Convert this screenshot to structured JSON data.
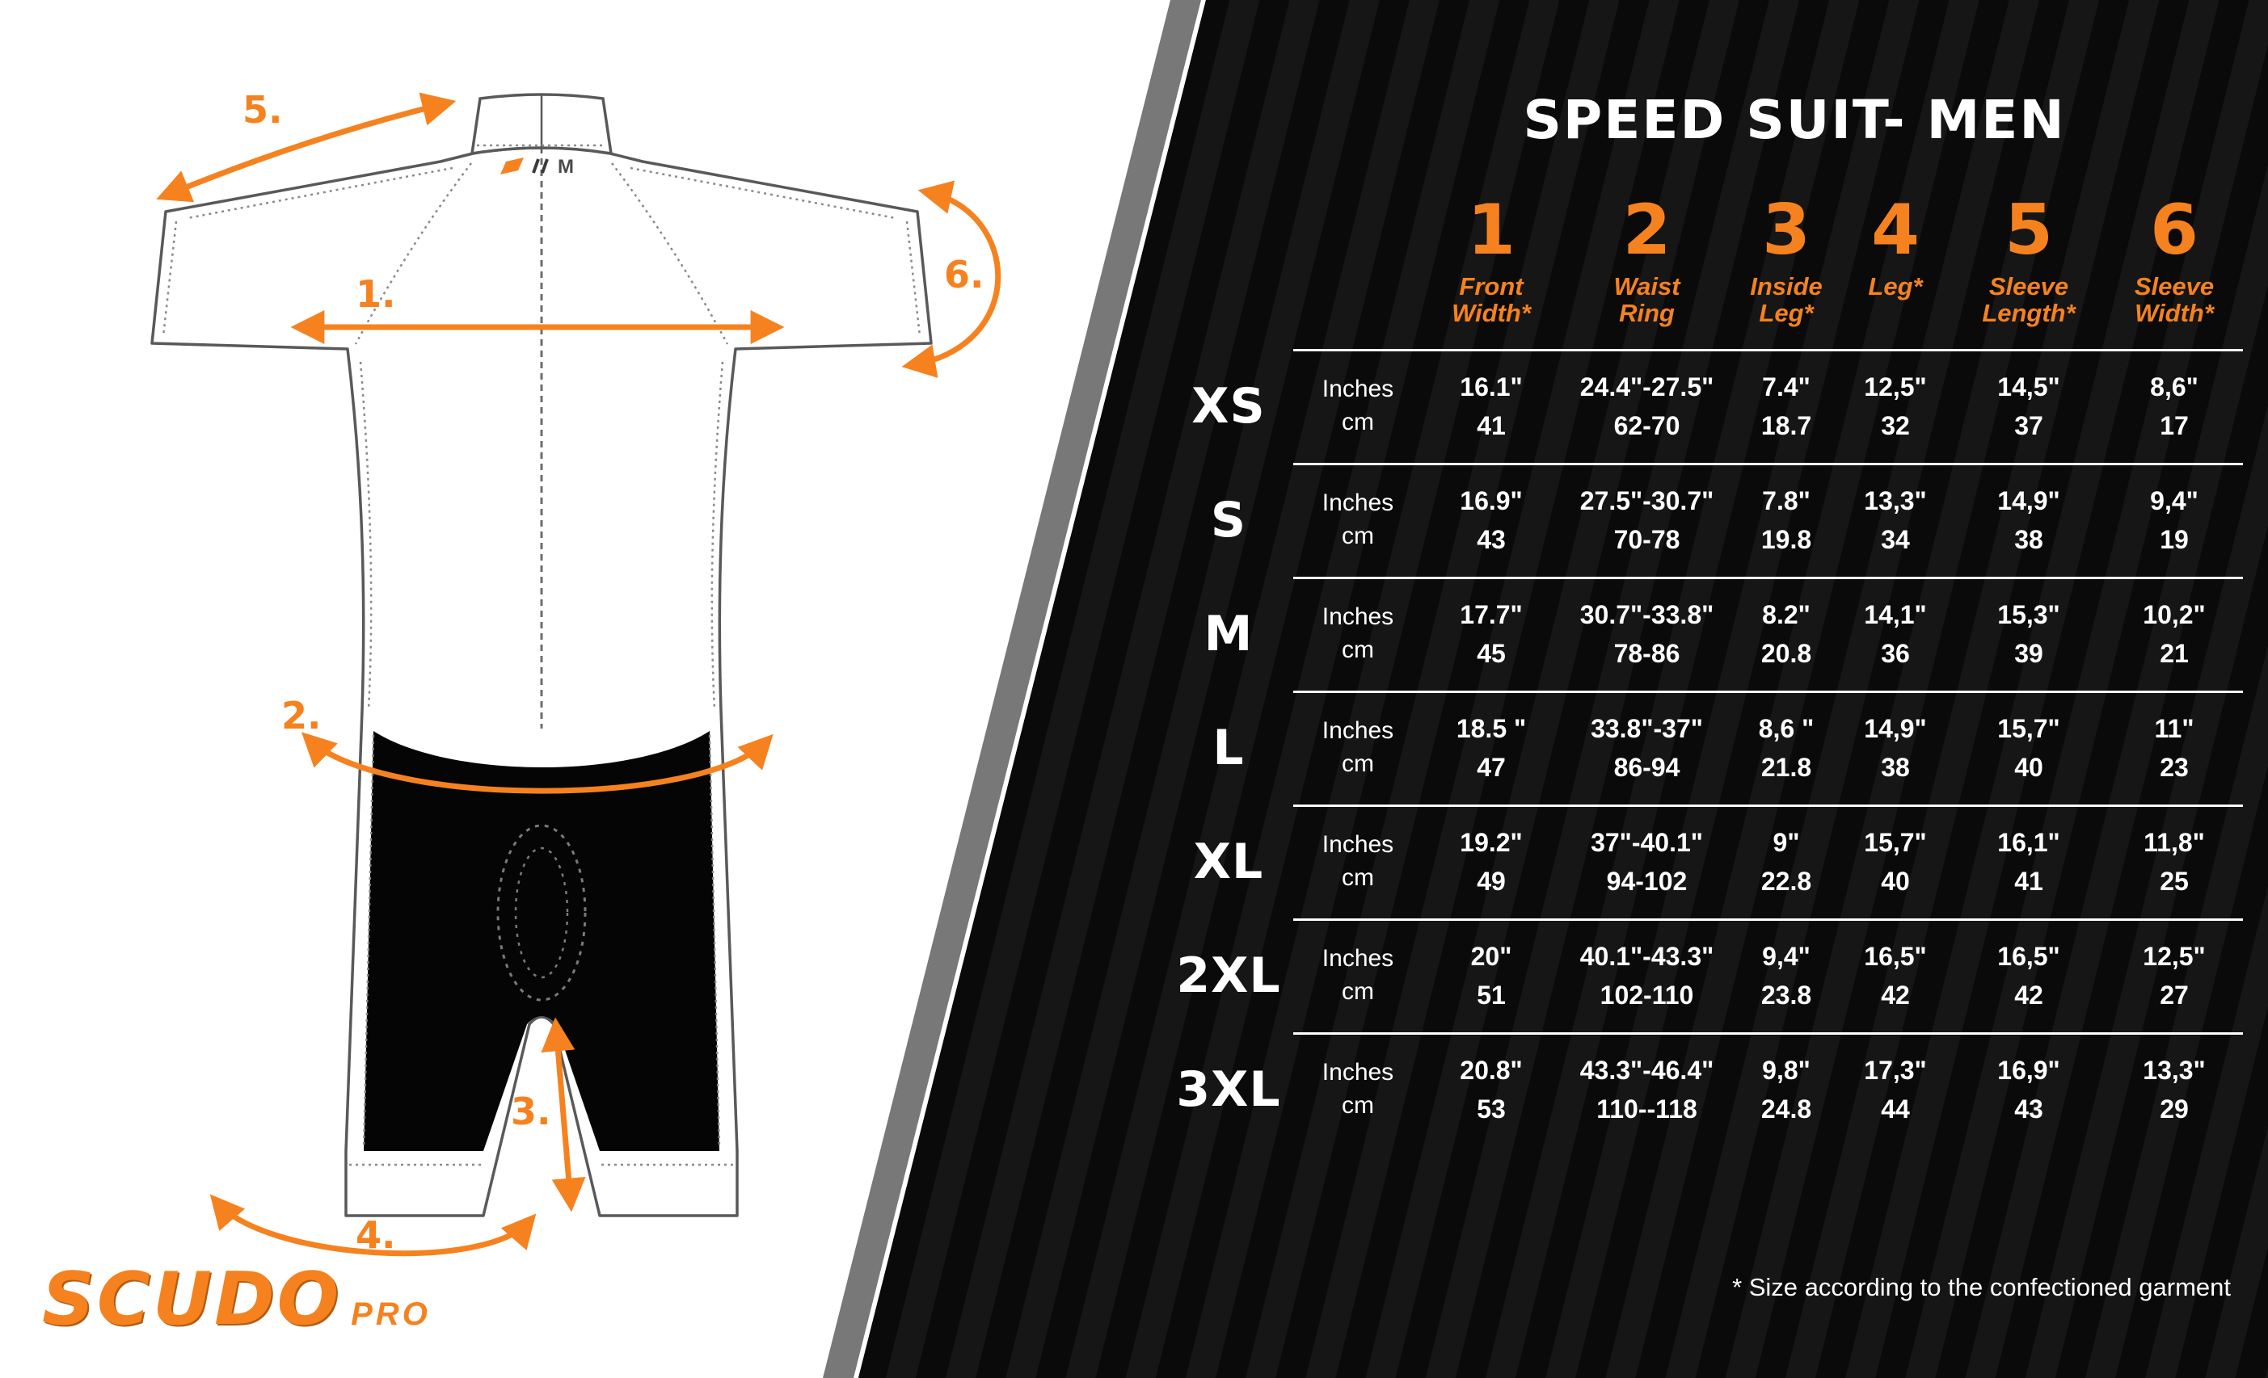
{
  "colors": {
    "accent": "#f5821f",
    "panel_bg": "#000000",
    "text_light": "#ffffff"
  },
  "brand": {
    "name": "SCUDO",
    "suffix": "PRO"
  },
  "diagram": {
    "garment_tag": "M",
    "measure_labels": [
      "1.",
      "2.",
      "3.",
      "4.",
      "5.",
      "6."
    ]
  },
  "chart_data": {
    "type": "table",
    "title": "SPEED SUIT- MEN",
    "footnote": "* Size according to the confectioned garment",
    "unit_labels": [
      "Inches",
      "cm"
    ],
    "columns": [
      {
        "num": "1",
        "label": "Front Width*"
      },
      {
        "num": "2",
        "label": "Waist Ring"
      },
      {
        "num": "3",
        "label": "Inside Leg*"
      },
      {
        "num": "4",
        "label": "Leg*"
      },
      {
        "num": "5",
        "label": "Sleeve Length*"
      },
      {
        "num": "6",
        "label": "Sleeve Width*"
      }
    ],
    "rows": [
      {
        "size": "XS",
        "cells": [
          [
            "16.1\"",
            "41"
          ],
          [
            "24.4\"-27.5\"",
            "62-70"
          ],
          [
            "7.4\"",
            "18.7"
          ],
          [
            "12,5\"",
            "32"
          ],
          [
            "14,5\"",
            "37"
          ],
          [
            "8,6\"",
            "17"
          ]
        ]
      },
      {
        "size": "S",
        "cells": [
          [
            "16.9\"",
            "43"
          ],
          [
            "27.5\"-30.7\"",
            "70-78"
          ],
          [
            "7.8\"",
            "19.8"
          ],
          [
            "13,3\"",
            "34"
          ],
          [
            "14,9\"",
            "38"
          ],
          [
            "9,4\"",
            "19"
          ]
        ]
      },
      {
        "size": "M",
        "cells": [
          [
            "17.7\"",
            "45"
          ],
          [
            "30.7\"-33.8\"",
            "78-86"
          ],
          [
            "8.2\"",
            "20.8"
          ],
          [
            "14,1\"",
            "36"
          ],
          [
            "15,3\"",
            "39"
          ],
          [
            "10,2\"",
            "21"
          ]
        ]
      },
      {
        "size": "L",
        "cells": [
          [
            "18.5 \"",
            "47"
          ],
          [
            "33.8\"-37\"",
            "86-94"
          ],
          [
            "8,6 \"",
            "21.8"
          ],
          [
            "14,9\"",
            "38"
          ],
          [
            "15,7\"",
            "40"
          ],
          [
            "11\"",
            "23"
          ]
        ]
      },
      {
        "size": "XL",
        "cells": [
          [
            "19.2\"",
            "49"
          ],
          [
            "37\"-40.1\"",
            "94-102"
          ],
          [
            "9\"",
            "22.8"
          ],
          [
            "15,7\"",
            "40"
          ],
          [
            "16,1\"",
            "41"
          ],
          [
            "11,8\"",
            "25"
          ]
        ]
      },
      {
        "size": "2XL",
        "cells": [
          [
            "20\"",
            "51"
          ],
          [
            "40.1\"-43.3\"",
            "102-110"
          ],
          [
            "9,4\"",
            "23.8"
          ],
          [
            "16,5\"",
            "42"
          ],
          [
            "16,5\"",
            "42"
          ],
          [
            "12,5\"",
            "27"
          ]
        ]
      },
      {
        "size": "3XL",
        "cells": [
          [
            "20.8\"",
            "53"
          ],
          [
            "43.3\"-46.4\"",
            "110--118"
          ],
          [
            "9,8\"",
            "24.8"
          ],
          [
            "17,3\"",
            "44"
          ],
          [
            "16,9\"",
            "43"
          ],
          [
            "13,3\"",
            "29"
          ]
        ]
      }
    ]
  }
}
